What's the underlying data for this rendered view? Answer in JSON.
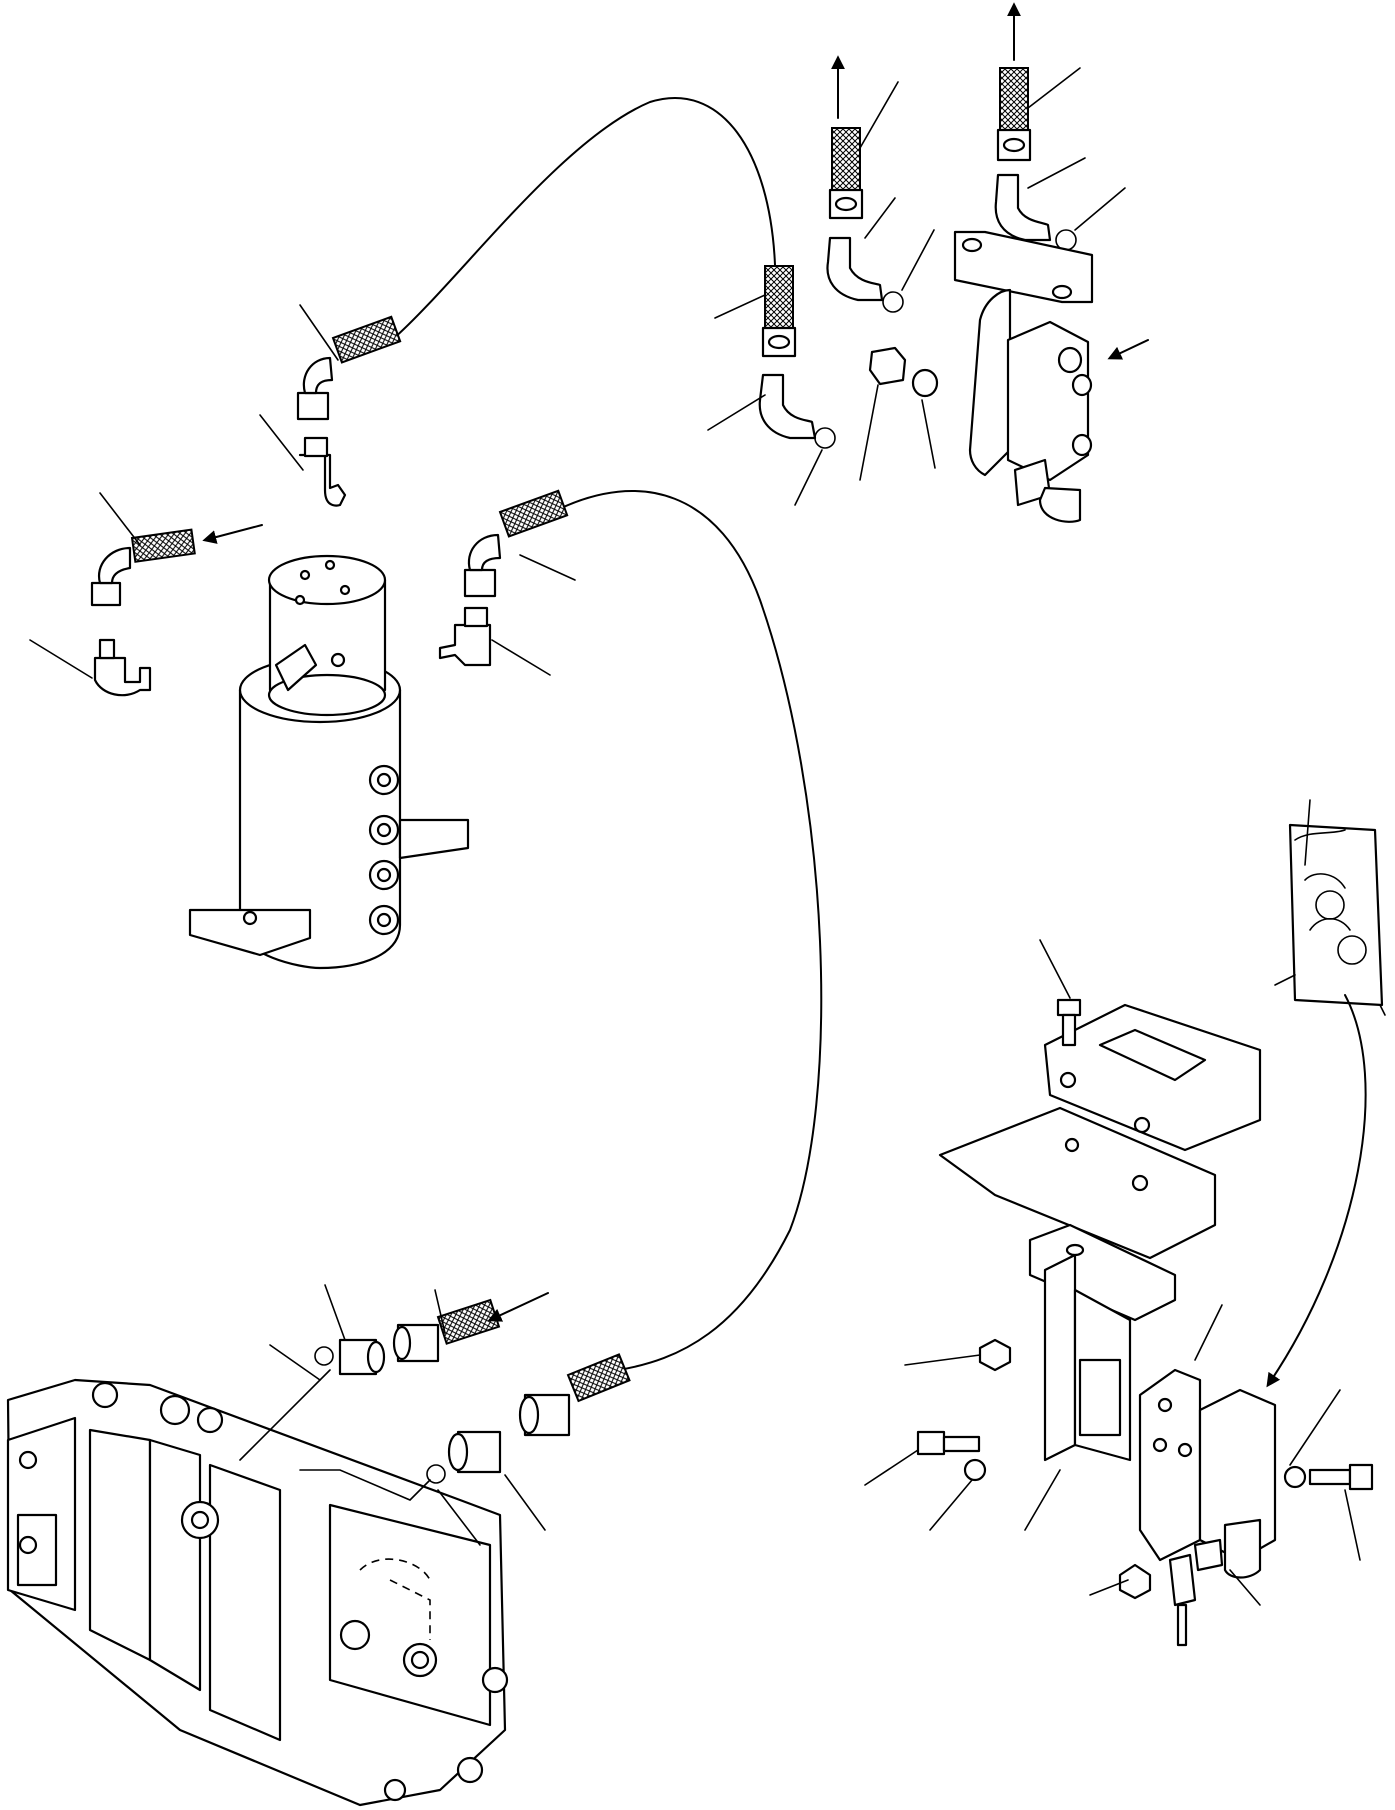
{
  "diagram": {
    "kind": "exploded-parts-view",
    "background": "#ffffff",
    "line_color": "#000000",
    "printed_text": [],
    "components": [
      "swivel-joint",
      "control-valve-block",
      "solenoid-valve-top",
      "solenoid-valve-bottom",
      "mounting-bracket",
      "bolt-bag"
    ],
    "callout_count": 33,
    "flow_arrow_count": 6
  }
}
